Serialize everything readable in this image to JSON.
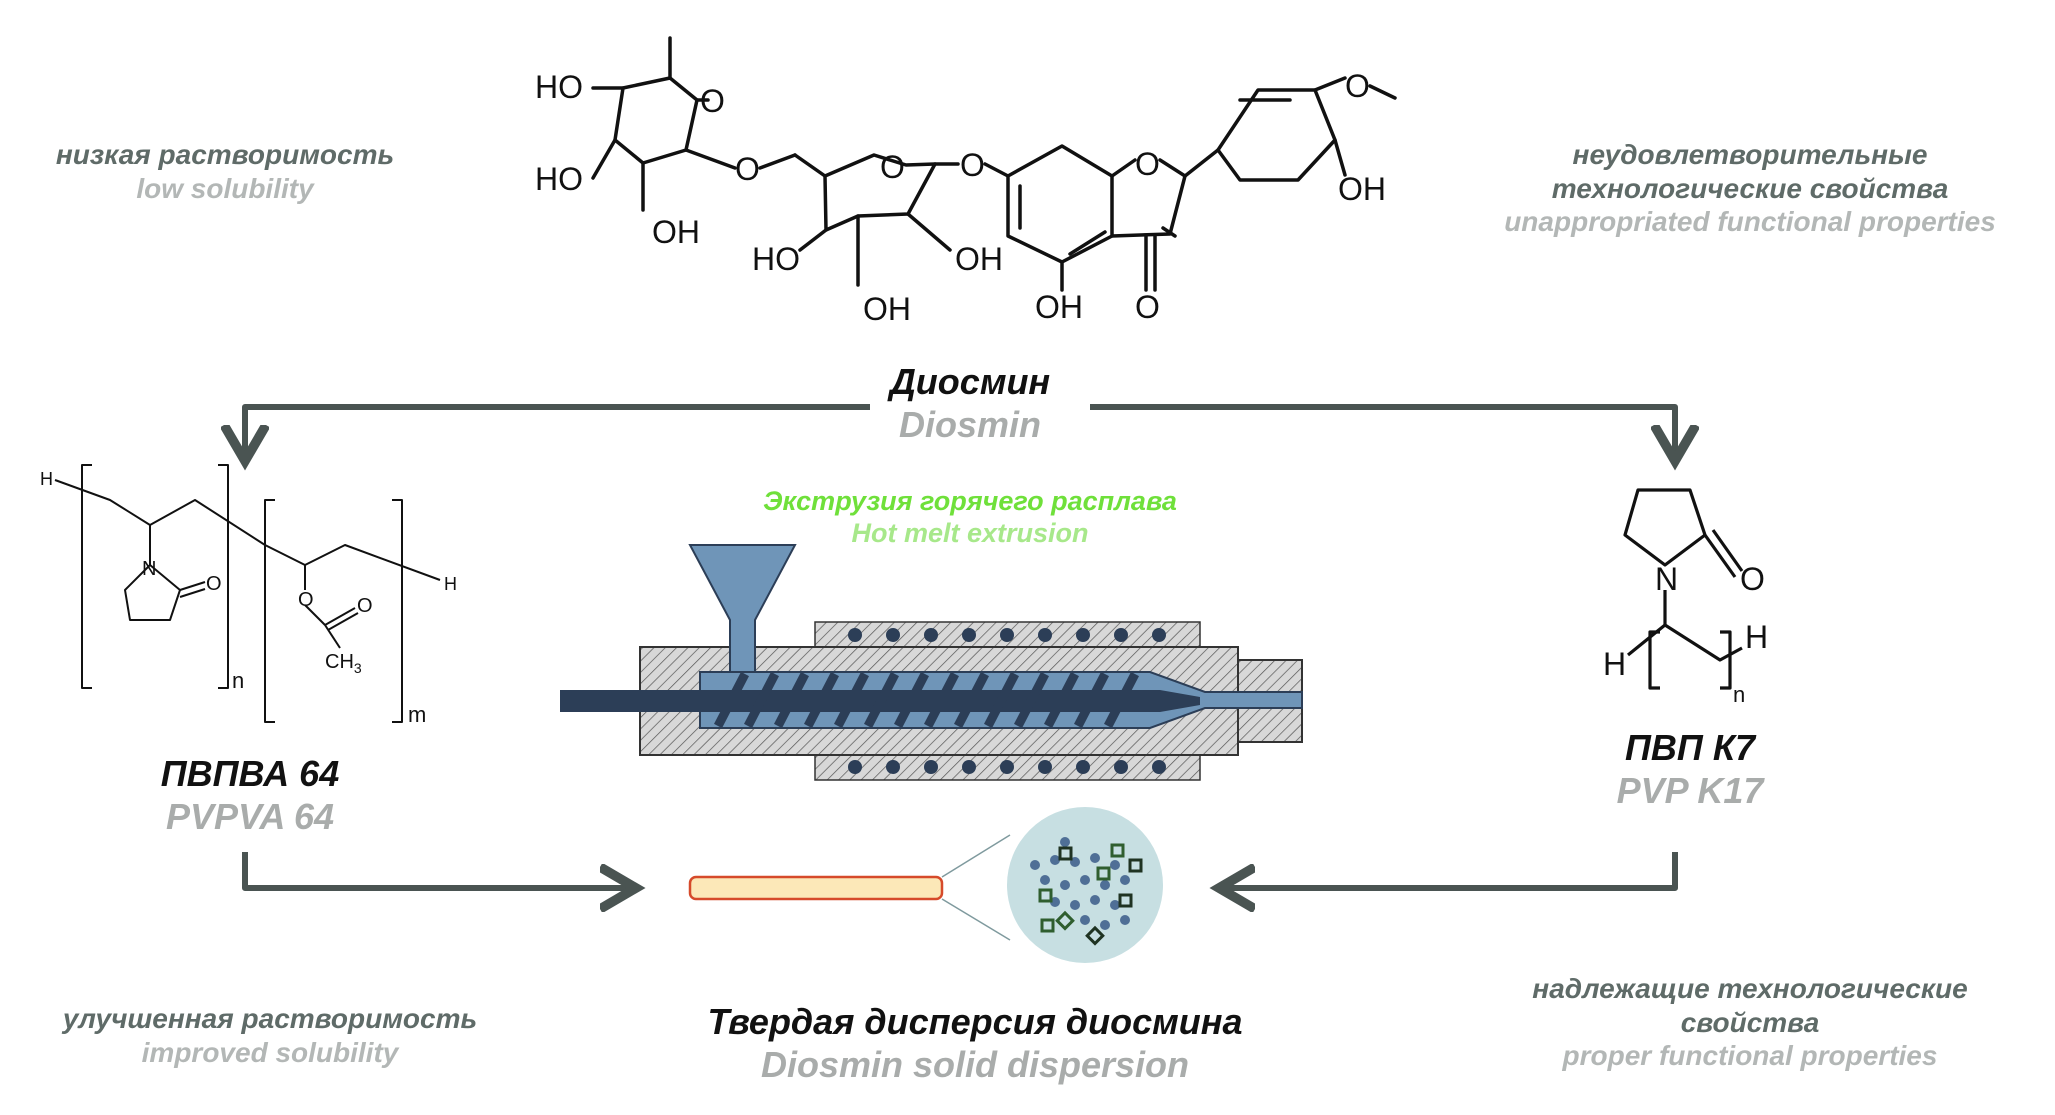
{
  "corner_labels": {
    "top_left": {
      "ru": "низкая растворимость",
      "en": "low solubility"
    },
    "top_right": {
      "ru_line1": "неудовлетворительные",
      "ru_line2": "технологические свойства",
      "en": "unappropriated functional properties"
    },
    "bottom_left": {
      "ru": "улучшенная растворимость",
      "en": "improved solubility"
    },
    "bottom_right": {
      "ru_line1": "надлежащие технологические",
      "ru_line2": "свойства",
      "en": "proper functional properties"
    }
  },
  "center": {
    "diosmin": {
      "ru": "Диосмин",
      "en": "Diosmin"
    },
    "process": {
      "ru": "Экструзия горячего расплава",
      "en": "Hot melt extrusion"
    },
    "product": {
      "ru": "Твердая дисперсия диосмина",
      "en": "Diosmin solid dispersion"
    }
  },
  "polymers": {
    "left": {
      "ru": "ПВПВА 64",
      "en": "PVPVA 64"
    },
    "right": {
      "ru": "ПВП К7",
      "en": "PVP K17"
    }
  },
  "chem": {
    "ho": "HO",
    "oh": "OH",
    "o": "O",
    "n": "N",
    "h": "H",
    "ch3": "CH",
    "sub3": "3",
    "n_idx": "n",
    "m_idx": "m"
  },
  "colors": {
    "arrow": "#4a5452",
    "barrel_dark": "#2c3e57",
    "hopper": "#6f95b8",
    "rod_fill": "#fce8b8",
    "rod_border": "#d64a2a",
    "circle_fill": "#c7dfe2"
  }
}
